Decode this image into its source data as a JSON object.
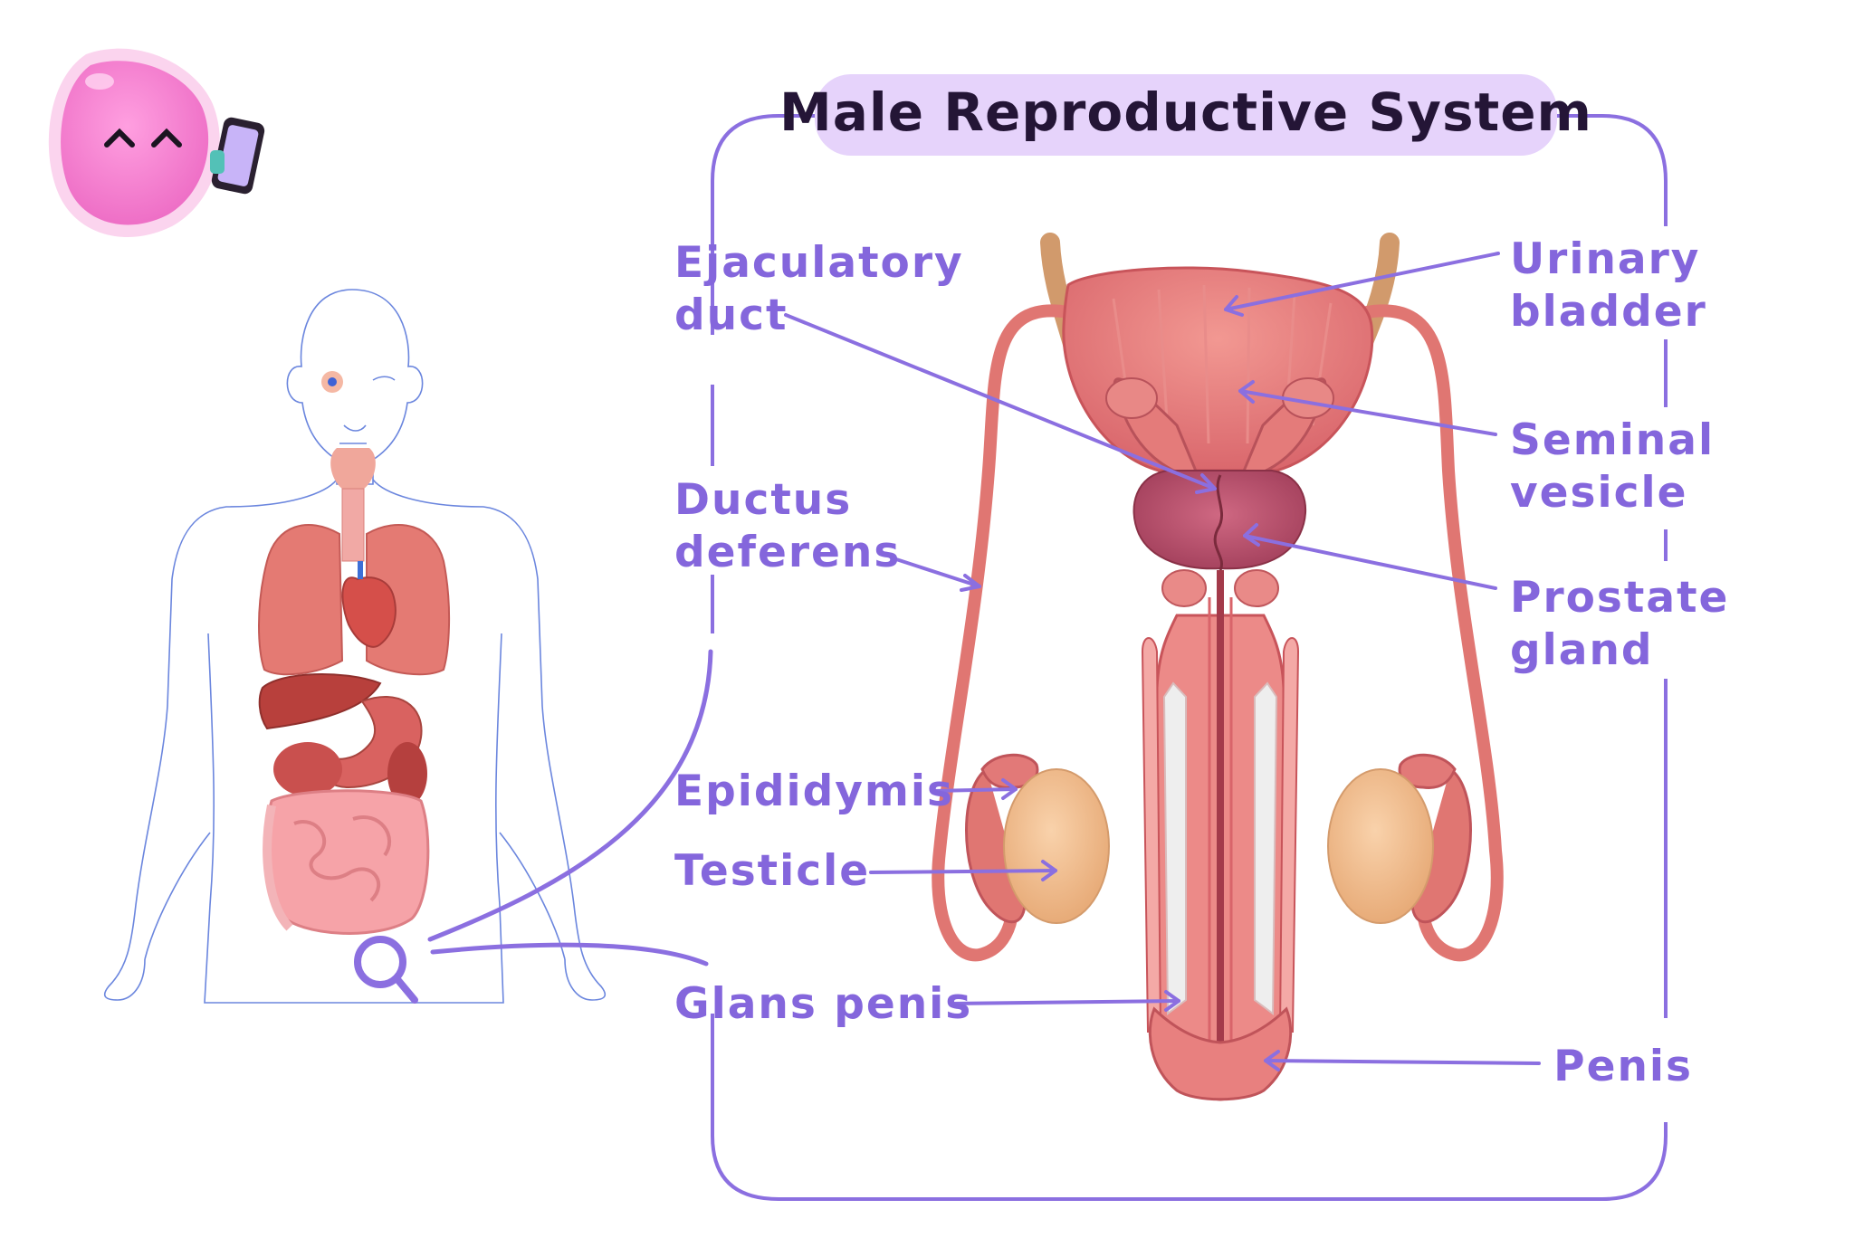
{
  "title": "Male Reproductive System",
  "labels": {
    "ejaculatory_duct": [
      "Ejaculatory",
      "duct"
    ],
    "ductus_deferens": [
      "Ductus",
      "deferens"
    ],
    "epididymis": "Epididymis",
    "testicle": "Testicle",
    "glans_penis": "Glans penis",
    "urinary_bladder": [
      "Urinary",
      "bladder"
    ],
    "seminal_vesicle": [
      "Seminal",
      "vesicle"
    ],
    "prostate_gland": [
      "Prostate",
      "gland"
    ],
    "penis": "Penis"
  },
  "colors": {
    "accent": "#8b6fe0",
    "label_text": "#8466dc",
    "title_text": "#241536",
    "title_bg": "#e6d3fb",
    "tissue": "#e97b7e",
    "tissue_dark": "#c9555c",
    "tissue_light": "#f7b3b0",
    "testicle": "#f2bf8e",
    "prostate": "#b64e6b",
    "body_outline": "#5f7fdc",
    "mascot": "#f47fcf"
  },
  "icons": [
    "mascot-icon",
    "phone-icon",
    "magnifier-icon"
  ]
}
